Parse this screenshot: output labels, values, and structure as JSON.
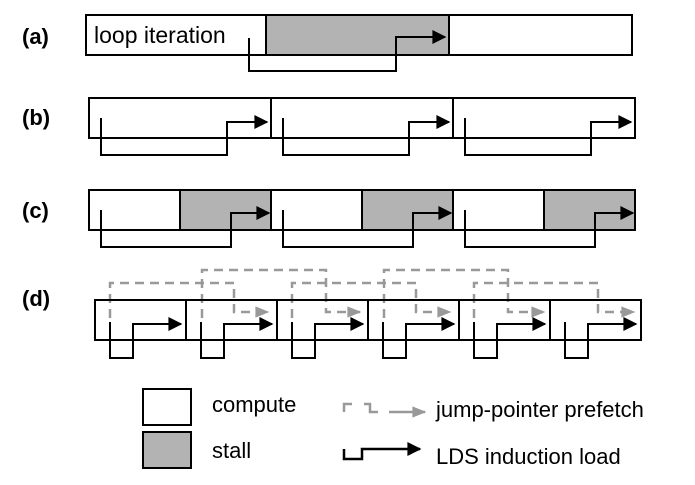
{
  "rows": [
    {
      "label": "(a)",
      "inline_text": "loop iteration"
    },
    {
      "label": "(b)"
    },
    {
      "label": "(c)"
    },
    {
      "label": "(d)"
    }
  ],
  "legend": {
    "compute": "compute",
    "stall": "stall",
    "jump_pointer": "jump-pointer prefetch",
    "lds": "LDS induction load"
  },
  "colors": {
    "stall_fill": "#b3b3b3",
    "line": "#000000",
    "prefetch": "#999999",
    "background": "#ffffff"
  }
}
